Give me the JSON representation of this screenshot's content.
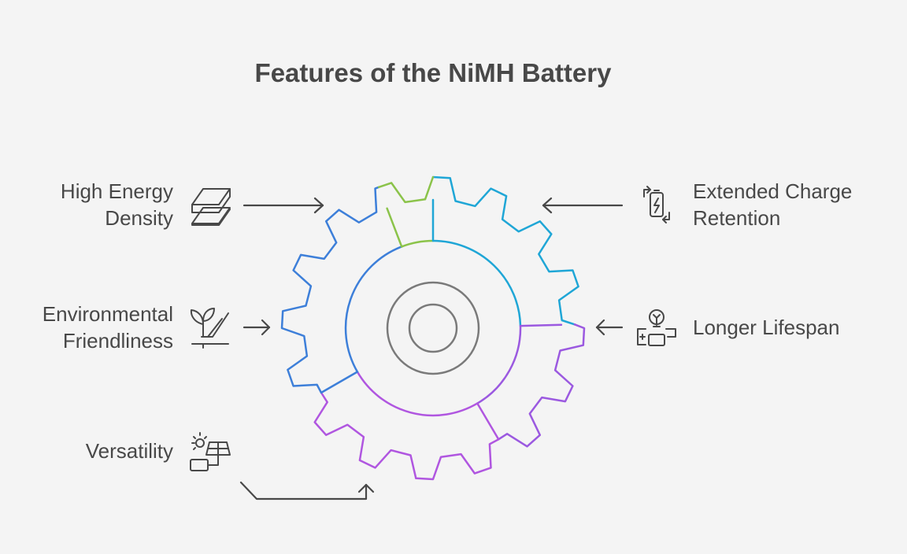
{
  "title": "Features of the NiMH Battery",
  "features": {
    "high_energy_density": {
      "line1": "High Energy",
      "line2": "Density",
      "icon": "layers-icon"
    },
    "environmental_friendliness": {
      "line1": "Environmental",
      "line2": "Friendliness",
      "icon": "sprout-icon"
    },
    "versatility": {
      "line1": "Versatility",
      "icon": "solar-battery-icon"
    },
    "extended_charge_retention": {
      "line1": "Extended Charge",
      "line2": "Retention",
      "icon": "battery-recycle-icon"
    },
    "longer_lifespan": {
      "line1": "Longer Lifespan",
      "icon": "lightbulb-battery-icon"
    }
  },
  "colors": {
    "text": "#484848",
    "green": "#8bc34a",
    "cyan": "#1fa6d6",
    "purple": "#9b59e0",
    "magenta": "#b056e0",
    "blue": "#3d7fd9",
    "hub": "#7a7a7a",
    "background": "#f4f4f4"
  }
}
